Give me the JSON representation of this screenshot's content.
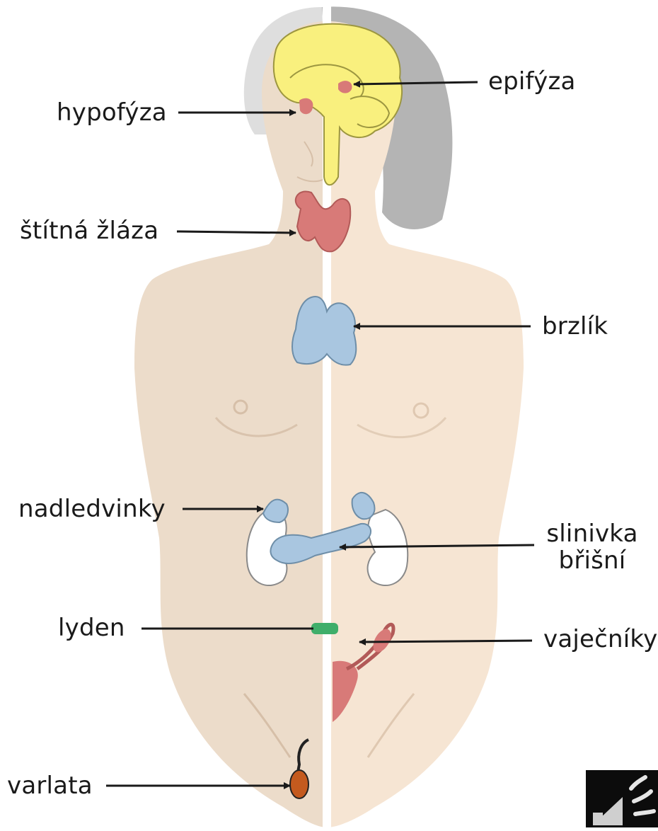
{
  "labels": {
    "hypofyza": "hypofýza",
    "epifyza": "epifýza",
    "stitna_zlaza": "štítná žláza",
    "brzlik": "brzlík",
    "nadledvinky": "nadledvinky",
    "slinivka_line1": "slinivka",
    "slinivka_line2": "břišní",
    "lyden": "lyden",
    "vajecniky": "vaječníky",
    "varlata": "varlata"
  },
  "colors": {
    "skin_left": "#ecdcca",
    "skin_right": "#f6e5d3",
    "hair": "#a7a7a7",
    "brain": "#f9f07e",
    "gland_red": "#d87a78",
    "thymus_blue": "#a9c6e0",
    "kidney_white": "#ffffff",
    "green": "#3fae6a",
    "testis": "#c45a1e",
    "arrow": "#1a1a1a"
  },
  "icons": {
    "speaker": "speaker-icon"
  }
}
